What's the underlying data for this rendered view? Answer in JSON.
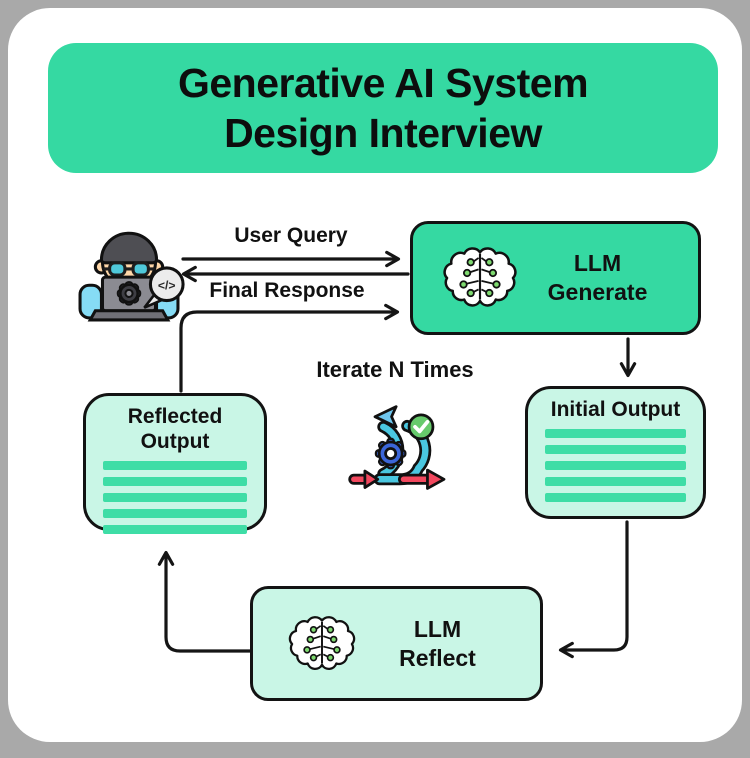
{
  "title": {
    "line1": "Generative AI System",
    "line2": "Design Interview"
  },
  "flow_labels": {
    "user_query": "User Query",
    "final_response": "Final Response",
    "iterate": "Iterate N Times"
  },
  "nodes": {
    "llm_generate": {
      "line1": "LLM",
      "line2": "Generate"
    },
    "initial_output": {
      "title": "Initial Output",
      "placeholder_lines": 5
    },
    "llm_reflect": {
      "line1": "LLM",
      "line2": "Reflect"
    },
    "reflected_output": {
      "title": "Reflected Output",
      "placeholder_lines": 5
    }
  },
  "icons": {
    "user": "developer-at-laptop-icon",
    "brain": "ai-brain-circuit-icon",
    "iterate": "agile-iteration-icon",
    "code_symbol": "</>"
  },
  "colors": {
    "background": "#a9a9a9",
    "card": "#ffffff",
    "accent_green": "#35d9a2",
    "mint": "#c9f6e6",
    "line_green": "#3edda6",
    "outline": "#131313"
  }
}
